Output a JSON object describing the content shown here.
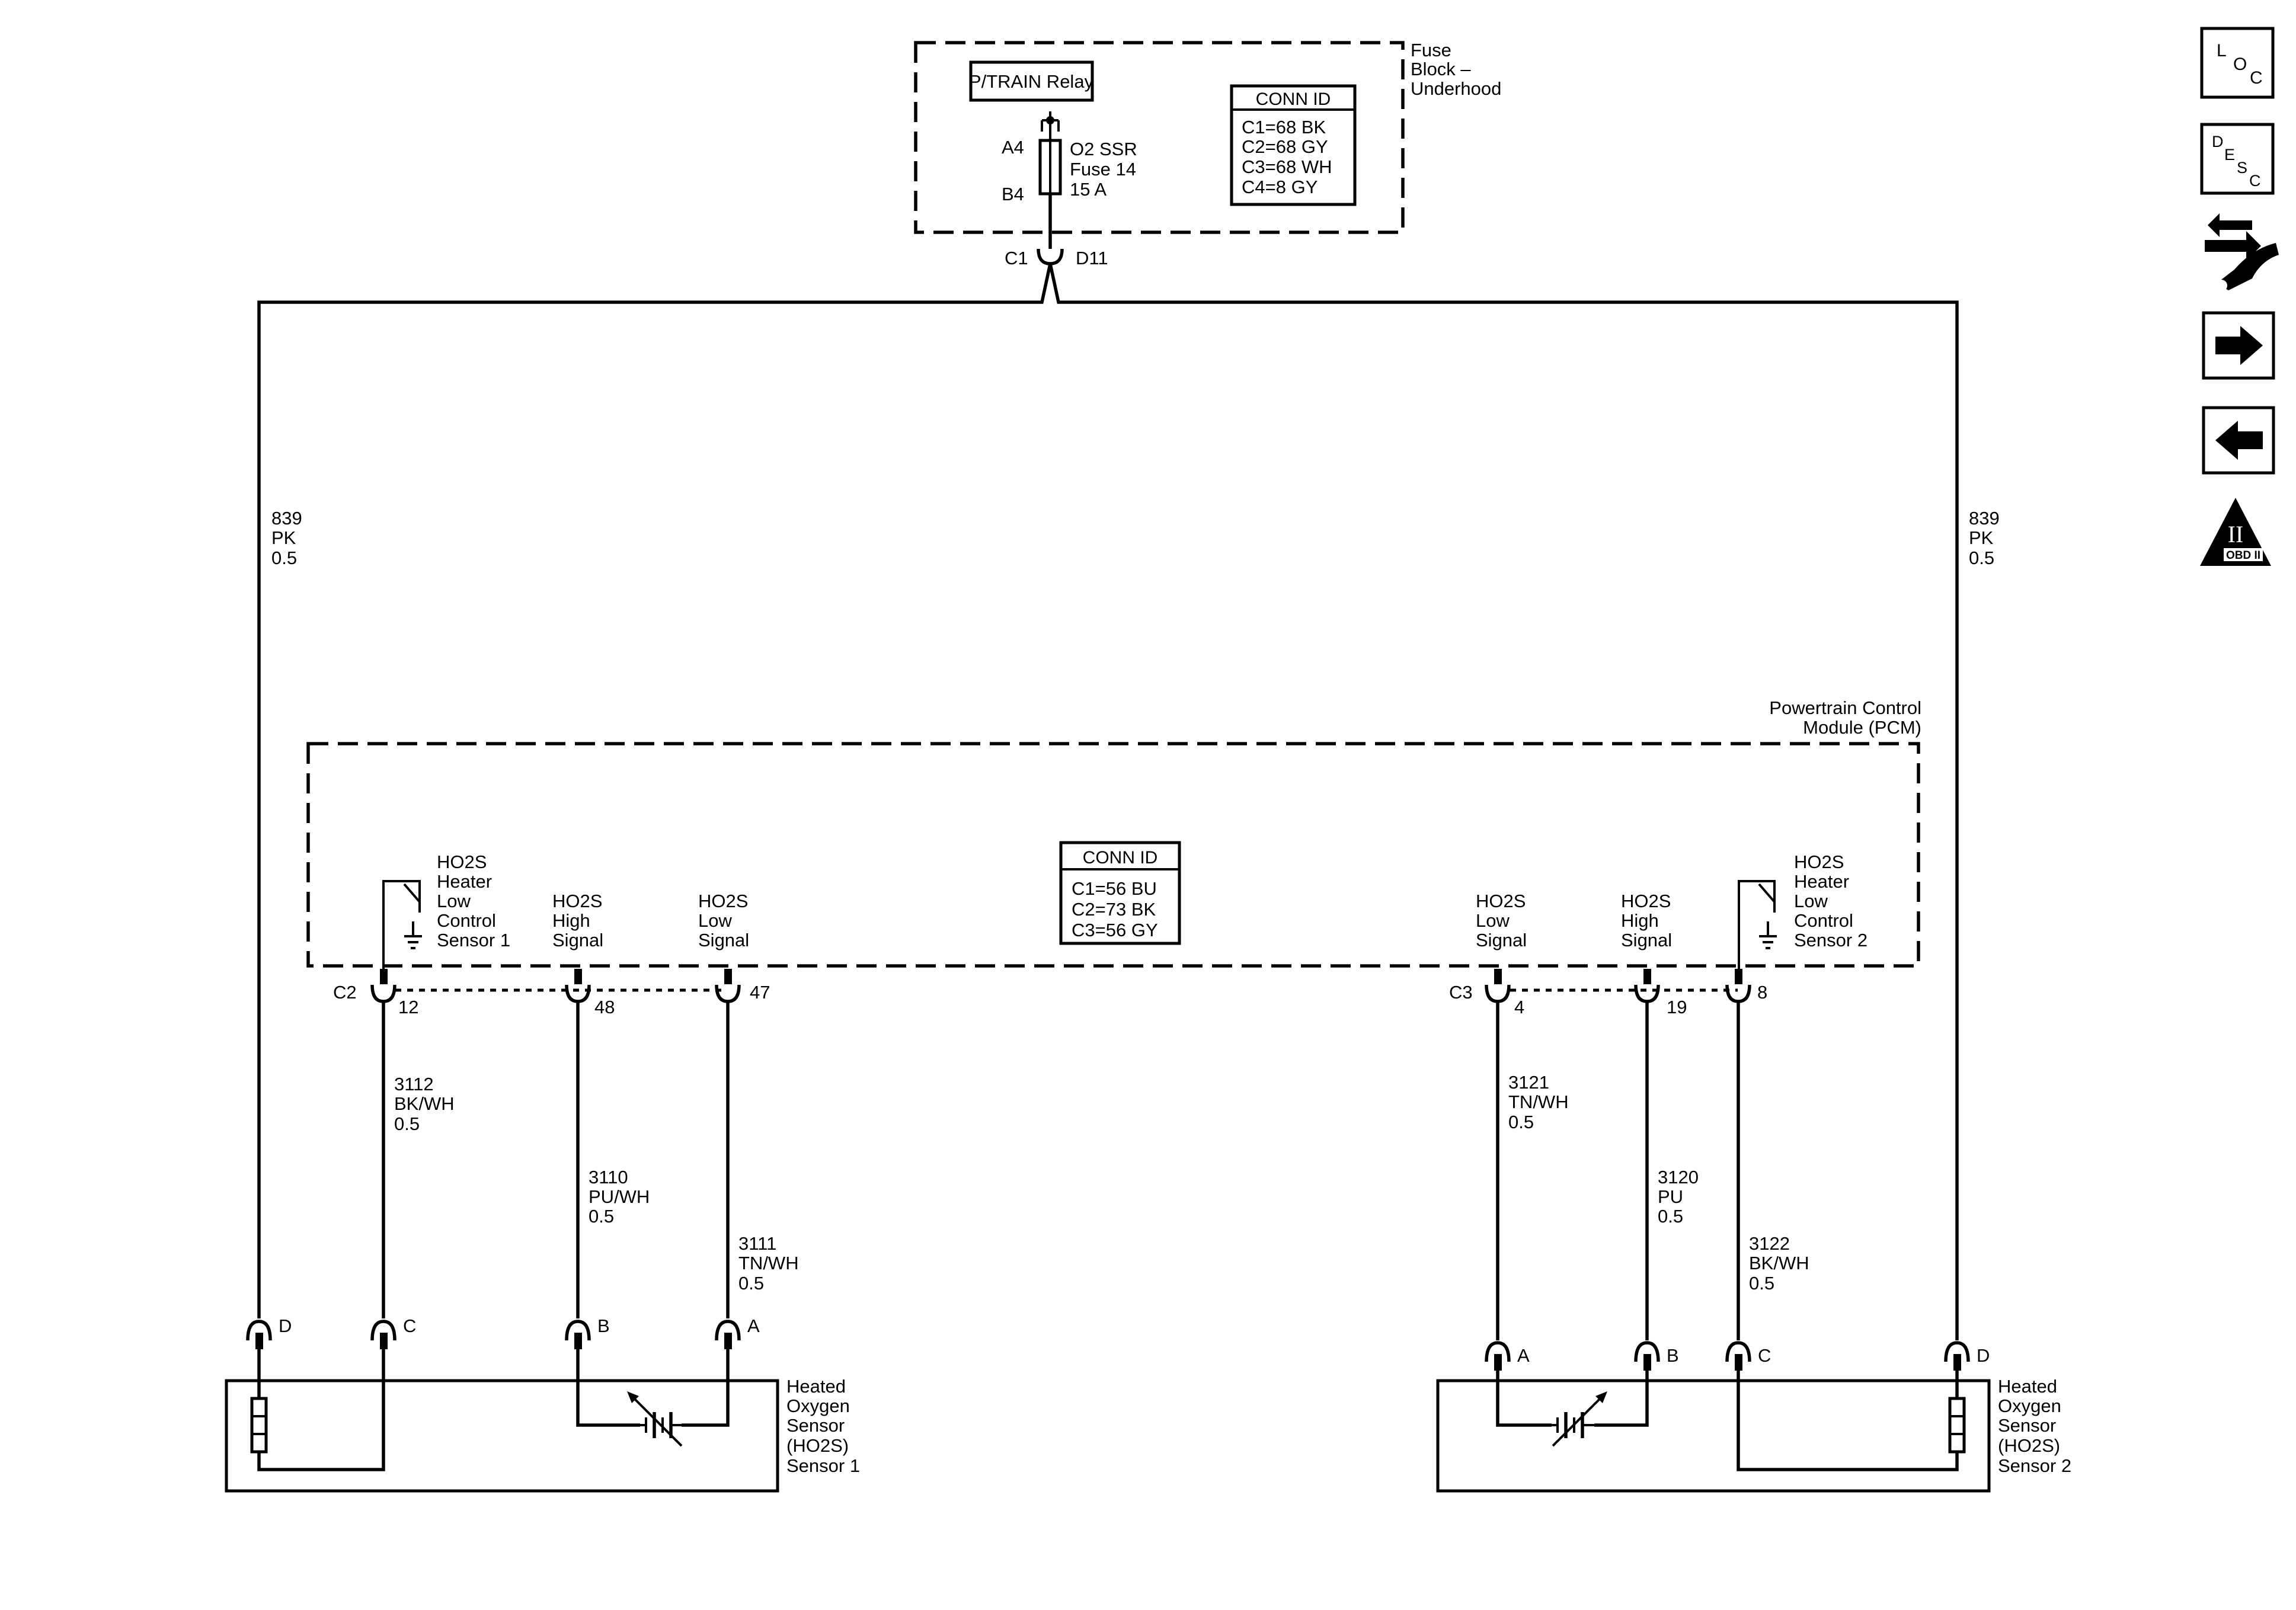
{
  "fuse_block": {
    "title_lines": [
      "Fuse",
      "Block –",
      "Underhood"
    ],
    "relay_label": "P/TRAIN Relay",
    "fuse_lines": [
      "O2 SSR",
      "Fuse 14",
      "15 A"
    ],
    "pin_a": "A4",
    "pin_b": "B4",
    "connector": "C1",
    "connector_pin": "D11",
    "conn_id": {
      "title": "CONN ID",
      "entries": [
        "C1=68 BK",
        "C2=68 GY",
        "C3=68 WH",
        "C4=8 GY"
      ]
    }
  },
  "feed_wires": {
    "left": [
      "839",
      "PK",
      "0.5"
    ],
    "right": [
      "839",
      "PK",
      "0.5"
    ]
  },
  "pcm": {
    "title_lines": [
      "Powertrain Control",
      "Module (PCM)"
    ],
    "conn_id": {
      "title": "CONN ID",
      "entries": [
        "C1=56 BU",
        "C2=73 BK",
        "C3=56 GY"
      ]
    },
    "left_connector": "C2",
    "right_connector": "C3",
    "left_circuits": [
      {
        "label": [
          "HO2S",
          "Heater",
          "Low",
          "Control",
          "Sensor 1"
        ],
        "pin": "12",
        "wire": [
          "3112",
          "BK/WH",
          "0.5"
        ],
        "sensor_pin": "C"
      },
      {
        "label": [
          "HO2S",
          "High",
          "Signal"
        ],
        "pin": "48",
        "wire": [
          "3110",
          "PU/WH",
          "0.5"
        ],
        "sensor_pin": "B"
      },
      {
        "label": [
          "HO2S",
          "Low",
          "Signal"
        ],
        "pin": "47",
        "wire": [
          "3111",
          "TN/WH",
          "0.5"
        ],
        "sensor_pin": "A"
      }
    ],
    "right_circuits": [
      {
        "label": [
          "HO2S",
          "Low",
          "Signal"
        ],
        "pin": "4",
        "wire": [
          "3121",
          "TN/WH",
          "0.5"
        ],
        "sensor_pin": "A"
      },
      {
        "label": [
          "HO2S",
          "High",
          "Signal"
        ],
        "pin": "19",
        "wire": [
          "3120",
          "PU",
          "0.5"
        ],
        "sensor_pin": "B"
      },
      {
        "label": [
          "HO2S",
          "Heater",
          "Low",
          "Control",
          "Sensor 2"
        ],
        "pin": "8",
        "wire": [
          "3122",
          "BK/WH",
          "0.5"
        ],
        "sensor_pin": "C"
      }
    ]
  },
  "sensors": {
    "sensor1": {
      "label": [
        "Heated",
        "Oxygen",
        "Sensor",
        "(HO2S)",
        "Sensor 1"
      ],
      "feed_pin": "D"
    },
    "sensor2": {
      "label": [
        "Heated",
        "Oxygen",
        "Sensor",
        "(HO2S)",
        "Sensor 2"
      ],
      "feed_pin": "D"
    }
  },
  "nav": {
    "loc": [
      "L",
      "O",
      "C"
    ],
    "desc": [
      "D",
      "E",
      "S",
      "C"
    ],
    "obd": {
      "numeral": "II",
      "text": "OBD II"
    },
    "icons": [
      "loc-icon",
      "desc-icon",
      "connector-wrench-icon",
      "arrow-right-icon",
      "arrow-left-icon",
      "obd-ii-icon"
    ]
  }
}
